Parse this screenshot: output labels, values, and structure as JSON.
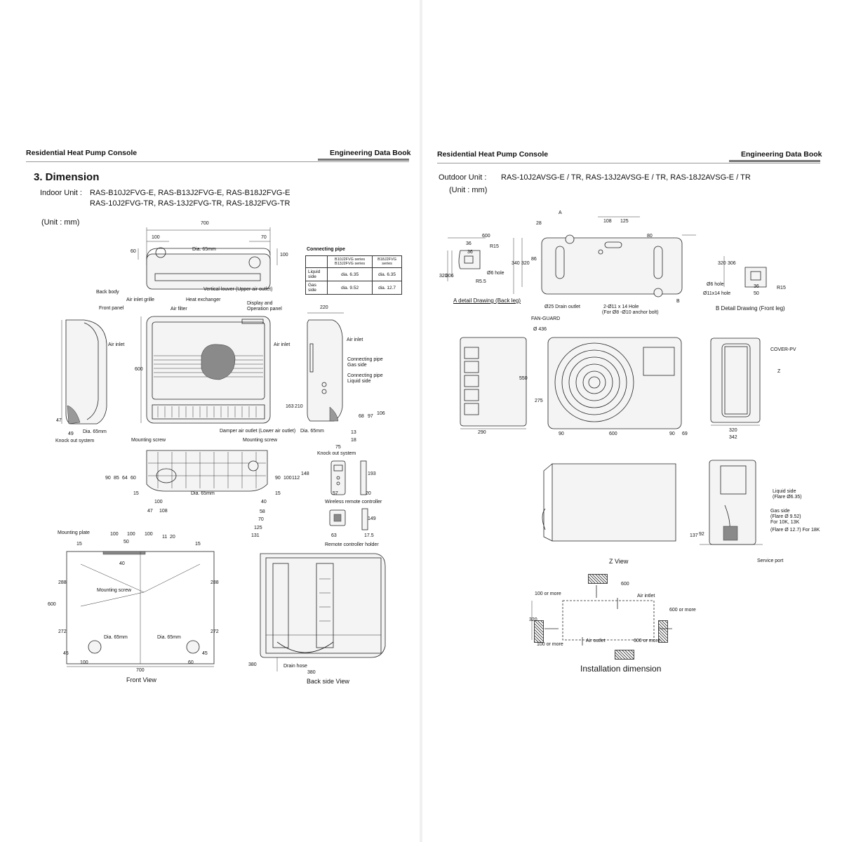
{
  "header": {
    "title": "Residential Heat Pump Console",
    "book": "Engineering Data Book"
  },
  "left": {
    "section_title": "3. Dimension",
    "indoor_label": "Indoor Unit :",
    "indoor_models_1": "RAS-B10J2FVG-E, RAS-B13J2FVG-E, RAS-B18J2FVG-E",
    "indoor_models_2": "RAS-10J2FVG-TR, RAS-13J2FVG-TR, RAS-18J2FVG-TR",
    "unit": "(Unit : mm)",
    "connecting_pipe": {
      "title": "Connecting pipe",
      "col1": "B10J2FVG series B13J2FVG series",
      "col2": "B18J2FVG series",
      "rows": [
        {
          "side": "Liquid side",
          "v1": "dia. 6.35",
          "v2": "dia. 6.35"
        },
        {
          "side": "Gas side",
          "v1": "dia. 9.52",
          "v2": "dia. 12.7"
        }
      ]
    },
    "labels": {
      "back_body": "Back body",
      "front_panel": "Front panel",
      "air_inlet_grille": "Air inlet grille",
      "air_filter": "Air filter",
      "heat_exchanger": "Heat exchanger",
      "display": "Display and Operation panel",
      "vertical_louver": "Vertical louver (Upper air outlet)",
      "air_inlet": "Air inlet",
      "air_inlet_2": "Air inlet",
      "air_inlet_3": "Air inlet",
      "cp_gas": "Connecting pipe Gas side",
      "cp_liquid": "Connecting pipe Liquid side",
      "damper": "Damper air outlet (Lower air outlet)",
      "dia65": "Dia. 65mm",
      "dia65_b": "Dia. 65mm",
      "dia65_c": "Dia. 65mm",
      "dia65_d": "Dia. 65mm",
      "dia65_e": "Dia. 65mm",
      "dia65_f": "Dia. 65mm",
      "knock_out": "Knock out system",
      "knock_out_2": "Knock out system",
      "mounting_screw": "Mounting screw",
      "mounting_screw_2": "Mounting screw",
      "mounting_screw_3": "Mounting screw",
      "mounting_plate": "Mounting plate",
      "wireless_remote": "Wireless remote controller",
      "remote_holder": "Remote controller holder",
      "drain_hose": "Drain hose",
      "front_view": "Front View",
      "back_side_view": "Back side View"
    },
    "dims": [
      "700",
      "100",
      "70",
      "60",
      "100",
      "220",
      "600",
      "163",
      "210",
      "47",
      "49",
      "68",
      "97",
      "106",
      "13",
      "18",
      "75",
      "90",
      "85",
      "64",
      "60",
      "15",
      "100",
      "47",
      "108",
      "90",
      "100",
      "112",
      "148",
      "15",
      "40",
      "58",
      "70",
      "125",
      "131",
      "57",
      "20",
      "193",
      "63",
      "17.5",
      "149",
      "100",
      "100",
      "100",
      "50",
      "15",
      "15",
      "11",
      "20",
      "40",
      "288",
      "288",
      "600",
      "272",
      "272",
      "45",
      "45",
      "100",
      "700",
      "60",
      "380",
      "380"
    ]
  },
  "right": {
    "outdoor_label": "Outdoor Unit :",
    "outdoor_models": "RAS-10J2AVSG-E / TR, RAS-13J2AVSG-E / TR, RAS-18J2AVSG-E / TR",
    "unit": "(Unit : mm)",
    "labels": {
      "a": "A",
      "b": "B",
      "r15": "R15",
      "r15_b": "R15",
      "hole6": "Ø6 hole",
      "hole6_b": "Ø6 hole",
      "r55": "R5.5",
      "hole11x14": "Ø11x14 hole",
      "a_detail": "A  detail Drawing (Back leg)",
      "b_detail": "B   Detail Drawing (Front leg)",
      "drain_outlet": "Ø25 Drain outlet",
      "hole_2": "2-Ø11 x 14  Hole",
      "anchor": "(For Ø8 -Ø10 anchor bolt)",
      "fan_guard": "FAN-GUARD",
      "d436": "Ø 436",
      "cover_pv": "COVER-PV",
      "z": "Z",
      "liquid_side": "Liquid side",
      "liquid_flare": "(Flare Ø6.35)",
      "gas_side": "Gas side",
      "gas_flare": "(Flare Ø 9.52)",
      "gas_for": "For 10K, 13K",
      "gas_flare18": "(Flare Ø 12.7) For 18K",
      "service_port": "Service port",
      "z_view": "Z View",
      "air_intlet": "Air intlet",
      "air_outlet": "Air outlet",
      "hundred_a": "100 or more",
      "hundred_b": "100 or more",
      "six_a": "600 or more",
      "six_b": "600 or more",
      "install": "Installation dimension"
    },
    "dims": [
      "600",
      "36",
      "36",
      "320",
      "306",
      "28",
      "108",
      "125",
      "80",
      "340",
      "320",
      "86",
      "320",
      "306",
      "36",
      "50",
      "550",
      "275",
      "290",
      "90",
      "600",
      "90",
      "69",
      "320",
      "342",
      "137",
      "92",
      "600",
      "320"
    ]
  }
}
